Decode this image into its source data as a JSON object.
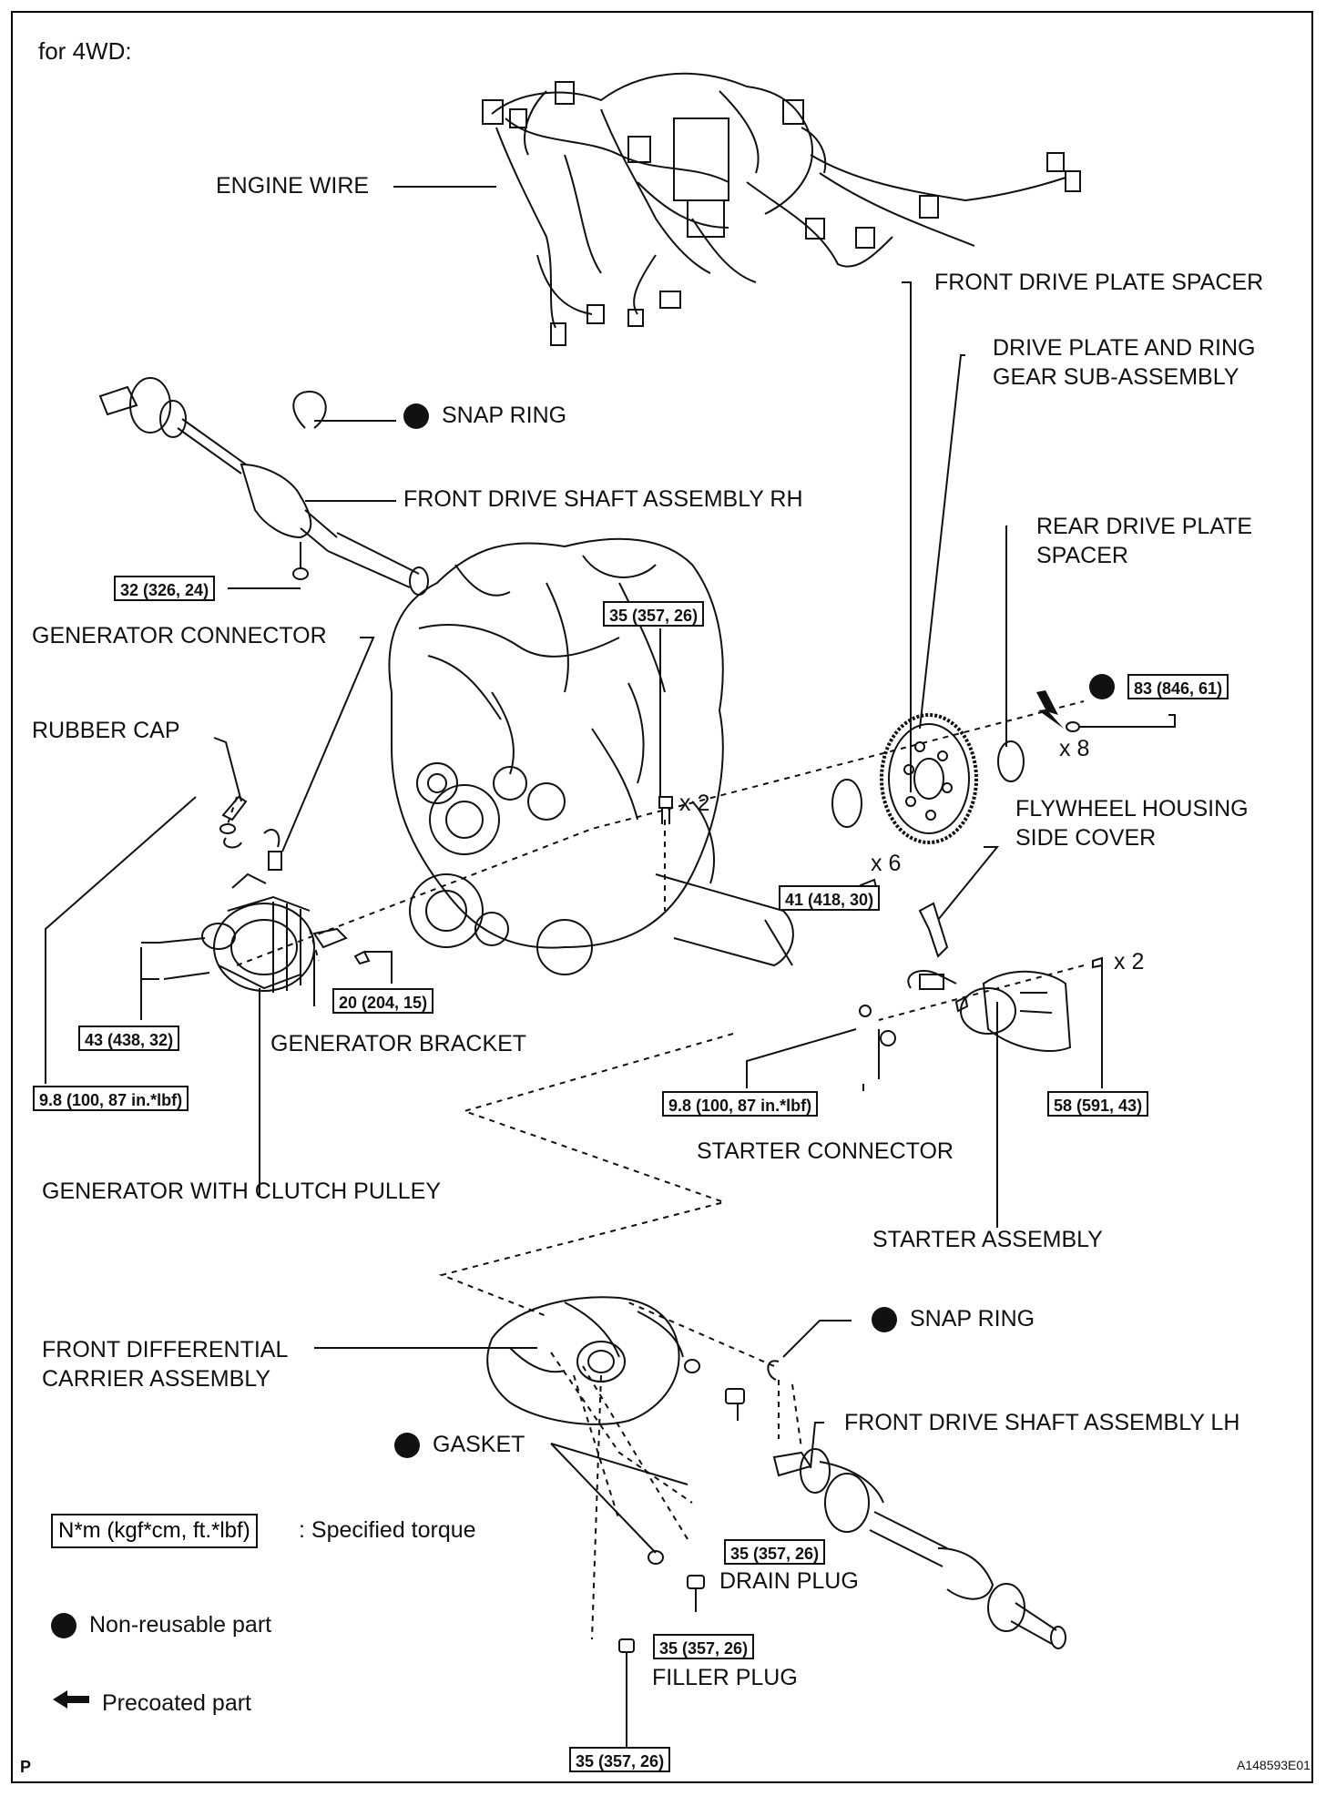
{
  "header": {
    "title": "for 4WD:"
  },
  "parts": {
    "engine_wire": "ENGINE WIRE",
    "front_drive_plate_spacer": "FRONT DRIVE PLATE SPACER",
    "drive_plate_line1": "DRIVE PLATE AND RING",
    "drive_plate_line2": "GEAR SUB-ASSEMBLY",
    "snap_ring_top": "SNAP RING",
    "shaft_rh": "FRONT DRIVE SHAFT ASSEMBLY RH",
    "rear_spacer_line1": "REAR DRIVE PLATE",
    "rear_spacer_line2": "SPACER",
    "generator_connector": "GENERATOR CONNECTOR",
    "rubber_cap": "RUBBER CAP",
    "flywheel_line1": "FLYWHEEL HOUSING",
    "flywheel_line2": "SIDE COVER",
    "generator_bracket": "GENERATOR BRACKET",
    "starter_connector": "STARTER CONNECTOR",
    "generator_clutch": "GENERATOR WITH CLUTCH PULLEY",
    "starter_assembly": "STARTER ASSEMBLY",
    "diff_line1": "FRONT DIFFERENTIAL",
    "diff_line2": "CARRIER ASSEMBLY",
    "snap_ring_bottom": "SNAP RING",
    "shaft_lh": "FRONT DRIVE SHAFT ASSEMBLY LH",
    "gasket": "GASKET",
    "drain_plug": "DRAIN PLUG",
    "filler_plug": "FILLER PLUG"
  },
  "torques": {
    "t_shaft_rh": "32 (326, 24)",
    "t_engine_top": "35 (357, 26)",
    "t_drive_plate": "83 (846, 61)",
    "t_spacer_bolts": "41 (418, 30)",
    "t_bracket": "20 (204, 15)",
    "t_generator": "43 (438, 32)",
    "t_gen_terminal": "9.8 (100, 87 in.*lbf)",
    "t_starter_terminal": "9.8 (100, 87 in.*lbf)",
    "t_starter": "58 (591, 43)",
    "t_drain": "35 (357, 26)",
    "t_filler": "35 (357, 26)",
    "t_diff_bottom": "35 (357, 26)"
  },
  "quantities": {
    "q_engine_bolt": "x 2",
    "q_drive_plate": "x 8",
    "q_spacer": "x 6",
    "q_starter": "x 2"
  },
  "legend": {
    "torque_unit": "N*m (kgf*cm, ft.*lbf)",
    "torque_desc": ": Specified torque",
    "non_reusable": "Non-reusable part",
    "precoated": "Precoated part"
  },
  "footer": {
    "left": "P",
    "right": "A148593E01"
  }
}
